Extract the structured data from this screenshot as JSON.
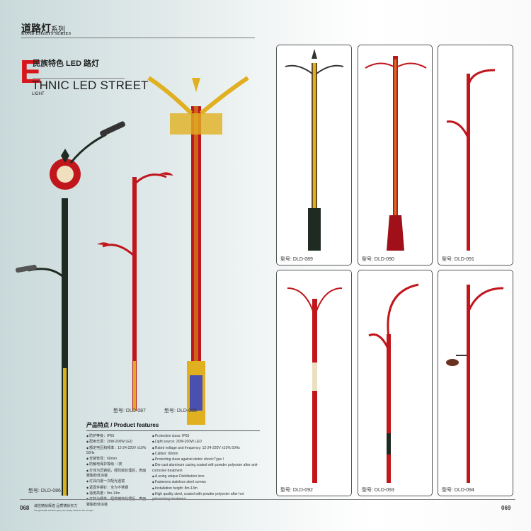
{
  "header": {
    "series_cn": "道路灯",
    "series_cn_small": "系列",
    "series_en": "ROAD LIGHTS SERIES"
  },
  "section": {
    "big_letter": "E",
    "title_cn": "民族特色 LED 路灯",
    "title_en": "THNIC LED STREET",
    "title_en_sub": "LIGHT"
  },
  "left_models": {
    "m086": "型号: DLD-086",
    "m087": "型号: DLD-087",
    "m088": "型号: DLD-088"
  },
  "panels": [
    {
      "label": "型号: DLD-089"
    },
    {
      "label": "型号: DLD-090"
    },
    {
      "label": "型号: DLD-091"
    },
    {
      "label": "型号: DLD-092"
    },
    {
      "label": "型号: DLD-093"
    },
    {
      "label": "型号: DLD-094"
    }
  ],
  "features": {
    "heading": "产品特点 / Product features",
    "cn": [
      "防护等级：IP65",
      "配用光源：20W-200W LED",
      "额定电压和频率：12-24-220V ±10% 50Hz",
      "安装管径：60mm",
      "防触电保护等级：I类",
      "灯体为压铸铝，经防腐处理后，表面聚酯粉体涂装",
      "灯具内置一次配光透镜",
      "紧固件螺钉：全为不锈钢",
      "适用高度：8m-13m",
      "灯杆为钢件，经热镀锌处理后，表面聚酯粉体涂装"
    ],
    "en": [
      "Protection class: IP65",
      "Light source: 20W-200W LED",
      "Rated voltage and frequency: 12-24-220V ±10% 50Hz",
      "Caliber: 60mm",
      "Protecting class against eletric shock:Type I",
      "Die-cast aluminum casing coated with powder polyester after anti-corrosive treatment",
      "A using unique Distribution lens",
      "Fasteners stainless steel screws",
      "Installation height: 8m-13m",
      "High quality steel, coated with powder polyester after hot galvanizing treatment."
    ]
  },
  "footer": {
    "left_page": "068",
    "right_page": "069",
    "slogan_cn": "诚信铸就辉煌 品质铸就实力",
    "slogan_en": "The good faith achieves glory, the quality achieves the strength"
  },
  "colors": {
    "accent_red": "#d7161b",
    "pole_red": "#c0161c",
    "gold": "#e0b020"
  }
}
